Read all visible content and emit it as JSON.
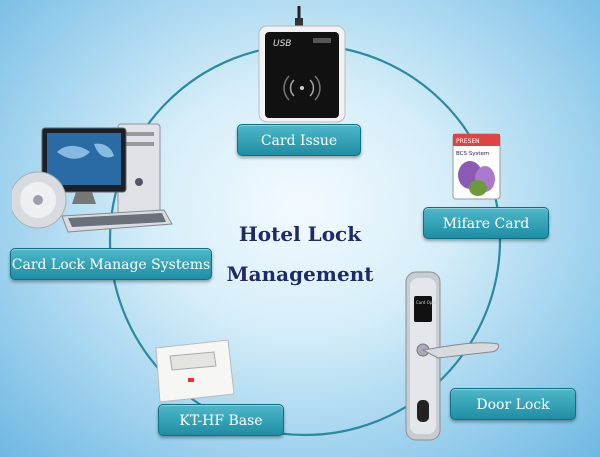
{
  "title": {
    "line1": "Hotel Lock",
    "line2": "Management"
  },
  "nodes": {
    "card_issue": "Card Issue",
    "mifare_card": "Mifare Card",
    "door_lock": "Door Lock",
    "kt_hf_base": "KT-HF Base",
    "card_lock_manage": "Card Lock Manage Systems"
  },
  "devices": {
    "usb_reader_text": "USB",
    "mifare_card_text": "BCS System",
    "mifare_card_brand": "PRESEN",
    "door_lock_text": "Card Open"
  },
  "colors": {
    "label_bg": "#1e8ea4",
    "ring": "#2a8aa0",
    "title": "#1d2a6b"
  }
}
